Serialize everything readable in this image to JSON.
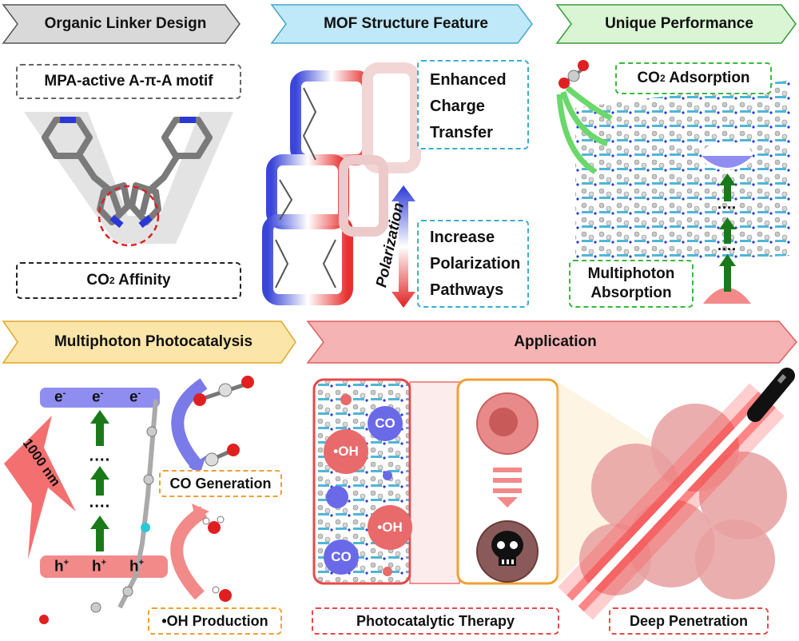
{
  "banners": {
    "linker": "Organic Linker Design",
    "structure": "MOF Structure Feature",
    "performance": "Unique Performance",
    "photocatalysis": "Multiphoton Photocatalysis",
    "application": "Application"
  },
  "linker_panel": {
    "motif": "MPA-active A-π-A motif",
    "affinity_main": "CO",
    "affinity_sub": "2",
    "affinity_rest": " Affinity"
  },
  "structure_panel": {
    "charge": [
      "Enhanced",
      "Charge",
      "Transfer"
    ],
    "pathways": [
      "Increase",
      "Polarization",
      "Pathways"
    ],
    "polarization": "Polarization"
  },
  "performance_panel": {
    "adsorption_main": "CO",
    "adsorption_sub": "2",
    "adsorption_rest": " Adsorption",
    "multiphoton": [
      "Multiphoton",
      "Absorption"
    ]
  },
  "photocatalysis_panel": {
    "electrons": [
      "e",
      "e",
      "e"
    ],
    "electron_sup": "-",
    "holes": [
      "h",
      "h",
      "h"
    ],
    "hole_sup": "+",
    "wavelength": "1000 nm",
    "co_generation": "CO Generation",
    "oh_production": "•OH Production"
  },
  "application_panel": {
    "species": [
      "CO",
      "•OH",
      "•OH",
      "CO"
    ],
    "therapy": "Photocatalytic Therapy",
    "penetration": "Deep Penetration"
  },
  "colors": {
    "linker_banner": "#d9d9d9",
    "structure_banner": "#bfe8f8",
    "performance_banner": "#d9f5d3",
    "photocatalysis_banner": "#fbe5a8",
    "application_banner": "#f5b3b3",
    "electron_band": "#8f8ef0",
    "hole_band": "#f28a8a",
    "arrow_green": "#1a7a1a",
    "co_chip": "#6a6ae8",
    "oh_chip": "#e86a6a",
    "laser_red": "#e8202a"
  }
}
